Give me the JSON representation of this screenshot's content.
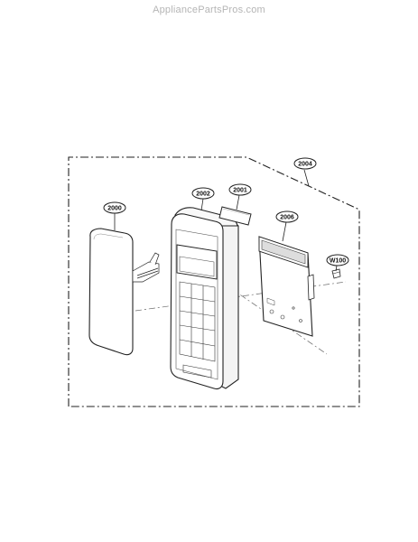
{
  "watermark": "AppliancePartsPros.com",
  "callouts": {
    "c2004": "2004",
    "c2000": "2000",
    "c2002": "2002",
    "c2001": "2001",
    "c2006": "2006",
    "cW100": "W100"
  }
}
